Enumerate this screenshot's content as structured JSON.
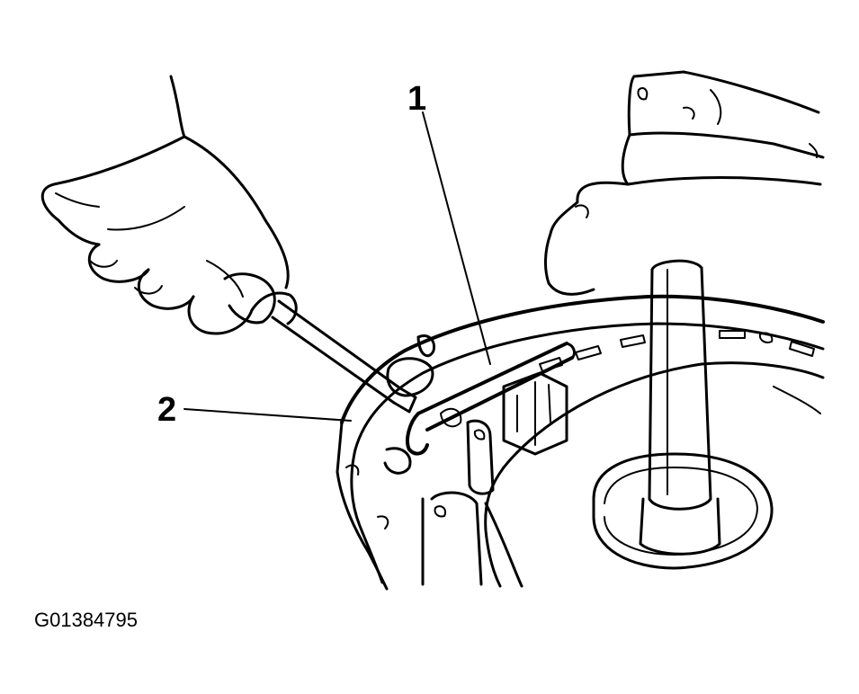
{
  "callouts": [
    {
      "label": "1"
    },
    {
      "label": "2"
    }
  ],
  "figure_id": "G01384795",
  "colors": {
    "ink": "#000000",
    "paper": "#ffffff"
  }
}
